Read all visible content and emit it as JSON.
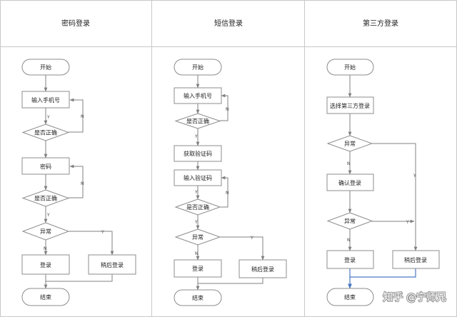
{
  "lanes": [
    {
      "title": "密码登录",
      "nodes": {
        "start": "开始",
        "input_phone": "输入手机号",
        "check1": "是否正确",
        "password": "密码",
        "check2": "是否正确",
        "exception": "异常",
        "login": "登录",
        "later": "稍后登录",
        "end": "结束"
      }
    },
    {
      "title": "短信登录",
      "nodes": {
        "start": "开始",
        "input_phone": "输入手机号",
        "check1": "是否正确",
        "get_code": "获取验证码",
        "input_code": "输入验证码",
        "check2": "是否正确",
        "exception": "异常",
        "login": "登录",
        "later": "稍后登录",
        "end": "结束"
      }
    },
    {
      "title": "第三方登录",
      "nodes": {
        "start": "开始",
        "choose": "选择第三方登录",
        "exception1": "异常",
        "confirm": "确认登录",
        "exception2": "异常",
        "login": "登录",
        "later": "稍后登录",
        "end": "结束"
      }
    }
  ],
  "edge_labels": {
    "yes": "Y",
    "no": "N"
  },
  "watermark": "知乎 @宁师兄",
  "colors": {
    "stroke": "#8c8c8c",
    "arrow": "#808080",
    "node_fill": "#ffffff",
    "grid": "#c8c8c8",
    "highlight": "#4a78c2",
    "text": "#222222"
  }
}
